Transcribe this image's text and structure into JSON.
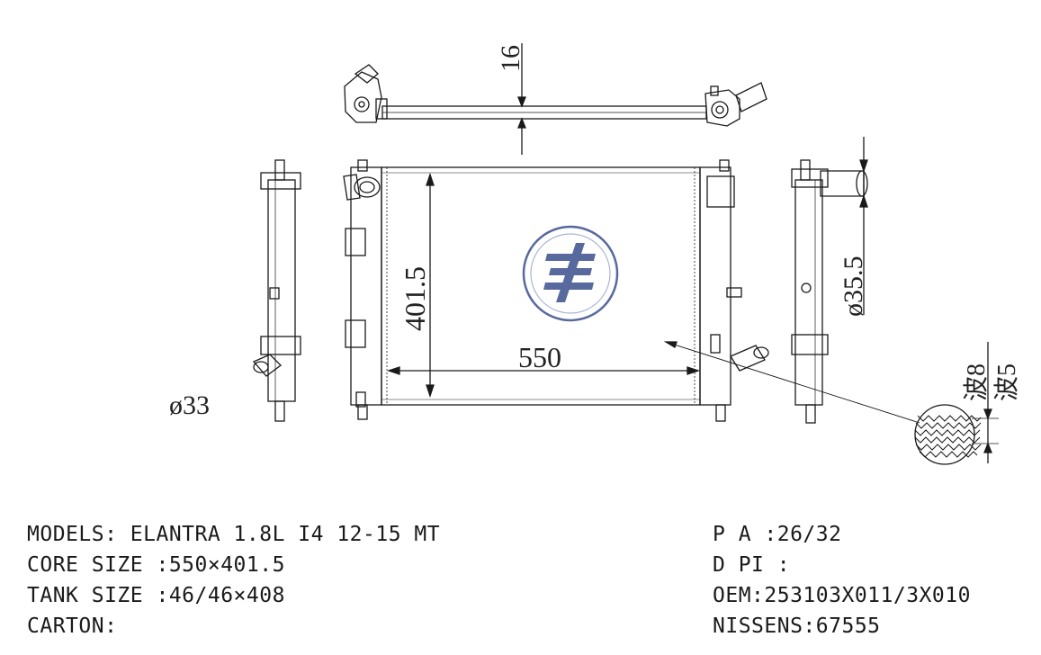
{
  "dimensions": {
    "bracket_offset": "16",
    "core_height": "401.5",
    "core_width": "550",
    "outlet_diameter": "ø35.5",
    "inlet_diameter": "ø33",
    "fin_wave_a": "波8",
    "fin_wave_b": "波5"
  },
  "specs": {
    "models": "MODELS: ELANTRA 1.8L I4 12-15 MT",
    "core_size": "CORE SIZE :550×401.5",
    "tank_size": "TANK SIZE :46/46×408",
    "carton": "CARTON:",
    "pa": "P A :26/32",
    "dpi": "D PI :",
    "oem": "OEM:253103X011/3X010",
    "nissens": "NISSENS:67555"
  },
  "colors": {
    "line": "#1a1a1a",
    "logo": "#3b4f8c"
  },
  "icons": [
    "company-logo-icon",
    "fin-pattern-detail-icon"
  ]
}
